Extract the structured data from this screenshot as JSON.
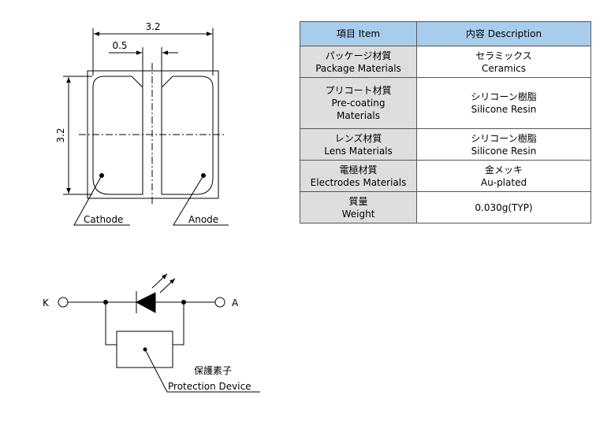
{
  "package": {
    "width_label": "3.2",
    "height_label": "3.2",
    "pad_gap_label": "0.5",
    "cathode_label": "Cathode",
    "anode_label": "Anode"
  },
  "table": {
    "header": {
      "item": "項目 Item",
      "description": "内容 Description"
    },
    "rows": [
      {
        "item": [
          "パッケージ材質",
          "Package Materials"
        ],
        "description": [
          "セラミックス",
          "Ceramics"
        ]
      },
      {
        "item": [
          "プリコート材質",
          "Pre-coating",
          "Materials"
        ],
        "description": [
          "シリコーン樹脂",
          "Silicone Resin"
        ]
      },
      {
        "item": [
          "レンズ材質",
          "Lens Materials"
        ],
        "description": [
          "シリコーン樹脂",
          "Silicone Resin"
        ]
      },
      {
        "item": [
          "電極材質",
          "Electrodes Materials"
        ],
        "description": [
          "金メッキ",
          "Au-plated"
        ]
      },
      {
        "item": [
          "質量",
          "Weight"
        ],
        "description": [
          "0.030g(TYP)"
        ]
      }
    ]
  },
  "circuit": {
    "k_label": "K",
    "a_label": "A",
    "protection_jp": "保護素子",
    "protection_en": "Protection Device"
  }
}
